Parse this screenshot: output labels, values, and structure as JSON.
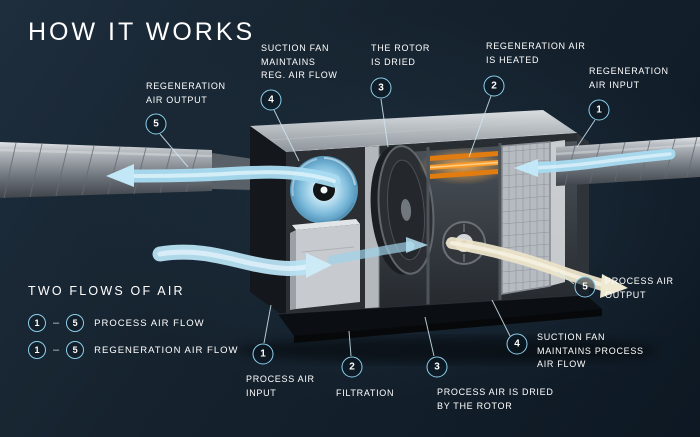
{
  "title": "HOW IT WORKS",
  "colors": {
    "accent": "#8ccfeb",
    "background": "#121e2a",
    "heater_orange": "#f89b2b",
    "ribbon_blue": "#a8dbf1",
    "ribbon_cream": "#ebe3c8",
    "text": "#ffffff"
  },
  "callouts": {
    "regeneration": [
      {
        "num": "5",
        "label": "REGENERATION\nAIR OUTPUT"
      },
      {
        "num": "4",
        "label": "SUCTION FAN\nMAINTAINS\nREG. AIR FLOW"
      },
      {
        "num": "3",
        "label": "THE ROTOR\nIS DRIED"
      },
      {
        "num": "2",
        "label": "REGENERATION AIR\nIS HEATED"
      },
      {
        "num": "1",
        "label": "REGENERATION\nAIR INPUT"
      }
    ],
    "process": [
      {
        "num": "1",
        "label": "PROCESS AIR\nINPUT"
      },
      {
        "num": "2",
        "label": "FILTRATION"
      },
      {
        "num": "3",
        "label": "PROCESS AIR IS DRIED\nBY THE ROTOR"
      },
      {
        "num": "4",
        "label": "SUCTION FAN\nMAINTAINS PROCESS\nAIR FLOW"
      },
      {
        "num": "5",
        "label": "PROCESS AIR\nOUTPUT"
      }
    ]
  },
  "legend": {
    "title": "TWO FLOWS OF AIR",
    "separator": "–",
    "rows": [
      {
        "from": "1",
        "to": "5",
        "label": "PROCESS AIR FLOW"
      },
      {
        "from": "1",
        "to": "5",
        "label": "REGENERATION AIR FLOW"
      }
    ]
  }
}
